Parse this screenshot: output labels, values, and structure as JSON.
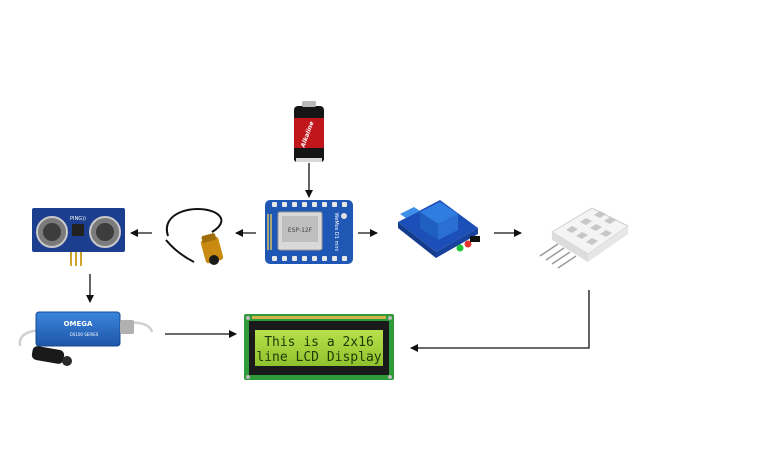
{
  "battery": {
    "brand": "Alkaline",
    "color_body": "#1a1a1a",
    "color_band": "#c0171c"
  },
  "mcu": {
    "board_label": "WeMos D1 mini",
    "chip_label": "ESP-12F",
    "color": "#1f57b5"
  },
  "relay": {
    "color": "#1c4fb8"
  },
  "ultrasonic": {
    "label": "PING))",
    "color": "#1b3f8e"
  },
  "ir_sensor": {
    "color": "#c88a10"
  },
  "temp_probe": {
    "brand": "OMEGA",
    "model": "OS100 SERIES",
    "color": "#2c6fc8"
  },
  "humidity_sensor": {
    "color": "#f2f2f2"
  },
  "lcd": {
    "line1": "This is a 2x16",
    "line2": "line LCD Display",
    "screen_color": "#a6d23c",
    "pcb_color": "#2e9a3a"
  },
  "arrow_color": "#111111"
}
